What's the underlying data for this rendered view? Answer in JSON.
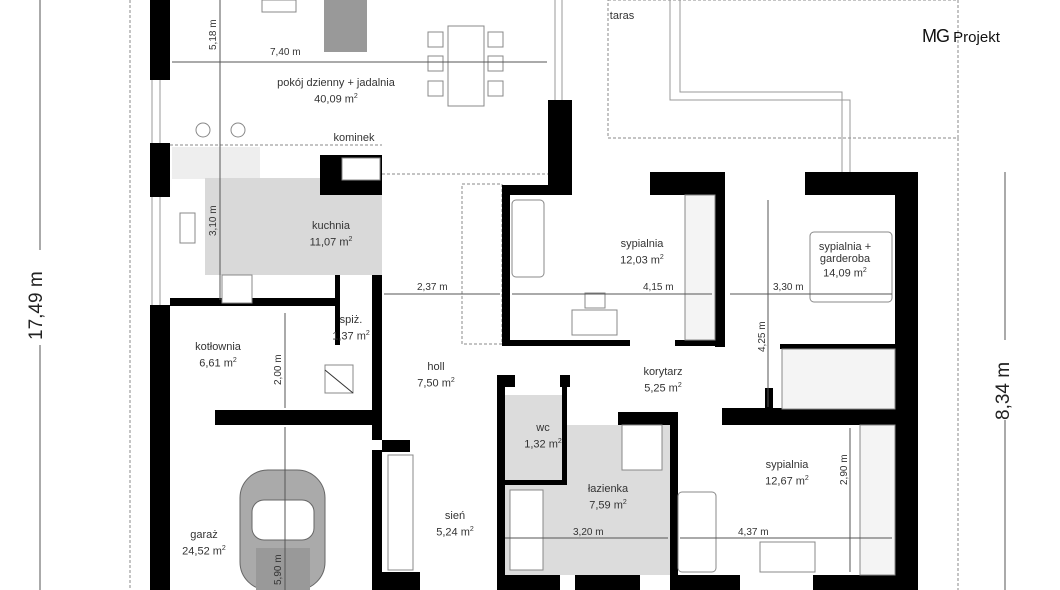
{
  "logo": {
    "brand": "MG",
    "name": "Projekt"
  },
  "rooms": [
    {
      "name": "pokój dzienny + jadalnia",
      "area": "40,09 m"
    },
    {
      "name": "kuchnia",
      "area": "11,07 m"
    },
    {
      "name": "spiż.",
      "area": "1,37 m"
    },
    {
      "name": "kotłownia",
      "area": "6,61 m"
    },
    {
      "name": "holl",
      "area": "7,50 m"
    },
    {
      "name": "garaż",
      "area": "24,52 m"
    },
    {
      "name": "sień",
      "area": "5,24 m"
    },
    {
      "name": "wc",
      "area": "1,32 m"
    },
    {
      "name": "łazienka",
      "area": "7,59 m"
    },
    {
      "name": "sypialnia",
      "area": "12,03 m"
    },
    {
      "name": "korytarz",
      "area": "5,25 m"
    },
    {
      "name": "sypialnia +",
      "name2": "garderoba",
      "area": "14,09 m"
    },
    {
      "name": "sypialnia",
      "area": "12,67 m"
    }
  ],
  "sq": "2",
  "labels": {
    "taras": "taras",
    "kominek": "kominek"
  },
  "dimensions": {
    "d740": "7,40 m",
    "d518": "5,18 m",
    "d310": "3,10 m",
    "d237": "2,37 m",
    "d415": "4,15 m",
    "d330": "3,30 m",
    "d425": "4,25 m",
    "d200": "2,00 m",
    "d590": "5,90 m",
    "d320": "3,20 m",
    "d437": "4,37 m",
    "d290": "2,90 m",
    "total_length": "17,49 m",
    "wing_length": "8,34 m"
  }
}
